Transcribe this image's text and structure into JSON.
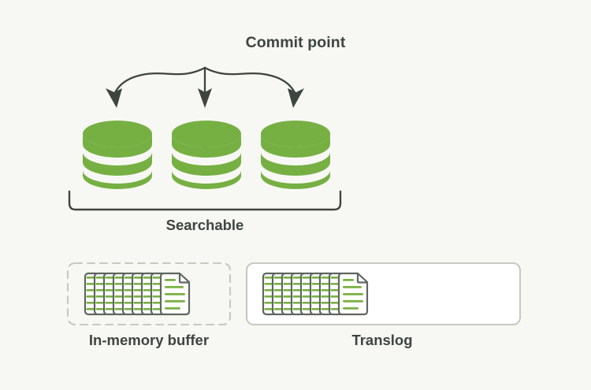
{
  "diagram": {
    "title": "Commit point",
    "background_color": "#f7f8f3",
    "labels": {
      "commit_point": "Commit point",
      "searchable": "Searchable",
      "in_memory_buffer": "In-memory buffer",
      "translog": "Translog"
    },
    "colors": {
      "background": "#f7f8f3",
      "segment_green": "#76b043",
      "doc_line_green": "#79b043",
      "stroke_dark": "#3f4440",
      "border_gray": "#c6c9c1",
      "box_white": "#ffffff",
      "text": "#3f4440"
    },
    "shards": [
      {
        "name": "shard-1"
      },
      {
        "name": "shard-2"
      },
      {
        "name": "shard-3"
      }
    ],
    "arrows": [
      {
        "name": "arrow-left",
        "target": "shard-1"
      },
      {
        "name": "arrow-center",
        "target": "shard-2"
      },
      {
        "name": "arrow-right",
        "target": "shard-3"
      }
    ],
    "buffers": [
      {
        "name": "in-memory-buffer",
        "label": "In-memory buffer",
        "border": "dashed",
        "fill": "#f7f8f3"
      },
      {
        "name": "translog",
        "label": "Translog",
        "border": "solid",
        "fill": "#ffffff"
      }
    ],
    "icons": {
      "document_stack": "document-stack-icon",
      "database_cylinder": "database-cylinder-icon",
      "bracket": "brace-bracket-icon"
    }
  }
}
